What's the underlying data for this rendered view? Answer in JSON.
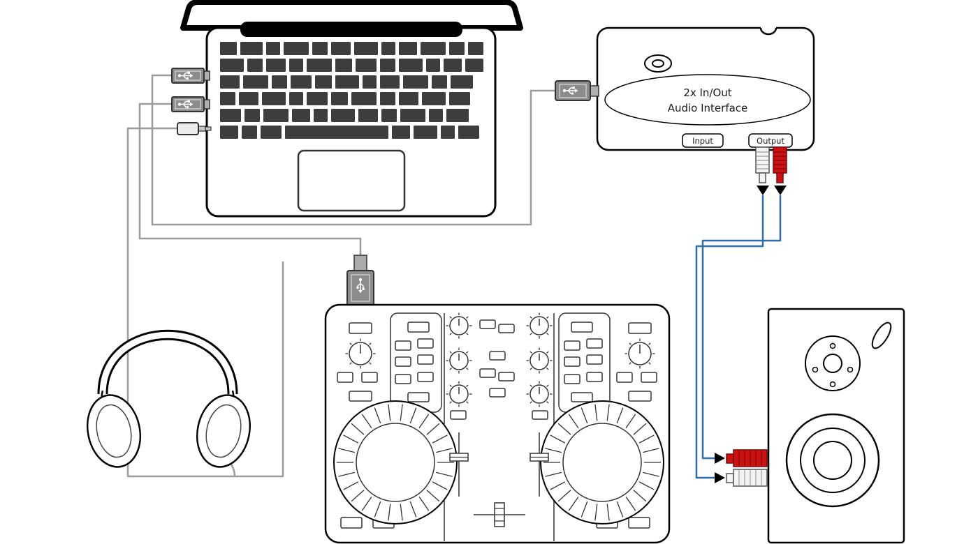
{
  "audio_interface": {
    "label_line1": "2x In/Out",
    "label_line2": "Audio Interface",
    "input_label": "Input",
    "output_label": "Output"
  },
  "icons": {
    "usb": "usb-icon",
    "laptop": "laptop",
    "audio_interface": "audio-interface-box",
    "headphones": "headphones",
    "dj_controller": "dj-controller",
    "speaker": "studio-monitor-speaker",
    "rca_red": "rca-plug-red",
    "rca_white": "rca-plug-white",
    "audio_jack": "audio-jack-plug",
    "arrow": "signal-direction-arrow"
  },
  "colors": {
    "outline": "#000000",
    "key_dark": "#3d3d3d",
    "cable_gray": "#9a9a9a",
    "cable_blue": "#2f6da8",
    "rca_red": "#cc1111",
    "rca_red_dark": "#7a0a0a",
    "rca_white": "#f4f4f4",
    "usb_gray": "#8c8c8c"
  }
}
